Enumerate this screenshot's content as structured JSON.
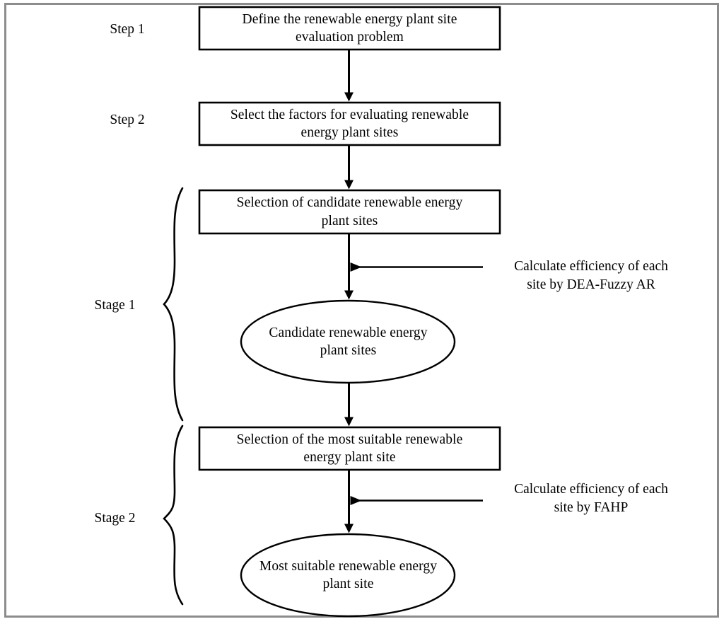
{
  "figure": {
    "type": "flowchart",
    "orientation": "vertical",
    "frame_color": "#808080",
    "line_color": "#000000",
    "background": "#ffffff"
  },
  "step_labels": [
    {
      "id": "step-1",
      "text": "Step 1"
    },
    {
      "id": "step-2",
      "text": "Step 2"
    }
  ],
  "stage_labels": [
    {
      "id": "stage-1",
      "text": "Stage 1"
    },
    {
      "id": "stage-2",
      "text": "Stage 2"
    }
  ],
  "nodes": [
    {
      "id": "define-problem",
      "shape": "rectangle",
      "line1": "Define the renewable energy plant site",
      "line2": "evaluation problem"
    },
    {
      "id": "select-factors",
      "shape": "rectangle",
      "line1": "Select the factors for evaluating renewable",
      "line2": "energy plant sites"
    },
    {
      "id": "selection-of-candidates",
      "shape": "rectangle",
      "line1": "Selection of candidate renewable energy",
      "line2": "plant sites"
    },
    {
      "id": "candidate-sites",
      "shape": "ellipse",
      "line1": "Candidate renewable energy",
      "line2": "plant sites"
    },
    {
      "id": "selection-most-suitable",
      "shape": "rectangle",
      "line1": "Selection of the most suitable renewable",
      "line2": "energy plant site"
    },
    {
      "id": "most-suitable-site",
      "shape": "ellipse",
      "line1": "Most suitable renewable energy",
      "line2": "plant site"
    }
  ],
  "annotations": [
    {
      "id": "dea-fuzzy-ar",
      "line1": "Calculate efficiency of each",
      "line2": "site by DEA-Fuzzy AR"
    },
    {
      "id": "fahp",
      "line1": "Calculate efficiency of each",
      "line2": "site by FAHP"
    }
  ]
}
